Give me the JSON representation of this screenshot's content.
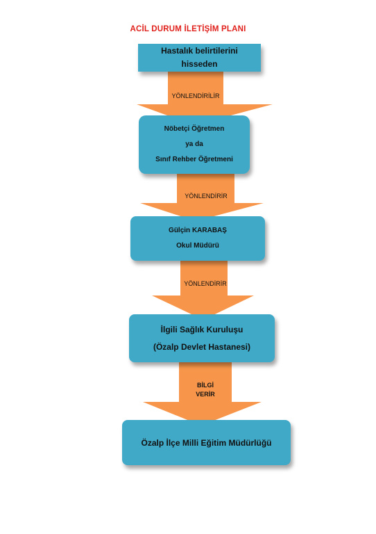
{
  "title": "ACİL DURUM İLETİŞİM PLANI",
  "boxes": [
    {
      "lines": [
        "Hastalık belirtilerini",
        "hisseden"
      ]
    },
    {
      "lines": [
        "Nöbetçi Öğretmen",
        "ya da",
        "Sınıf Rehber Öğretmeni"
      ]
    },
    {
      "lines": [
        "Gülçin KARABAŞ",
        "Okul Müdürü"
      ]
    },
    {
      "lines": [
        "İlgili Sağlık Kuruluşu",
        "(Özalp Devlet Hastanesi)"
      ]
    },
    {
      "lines": [
        "Özalp İlçe Milli Eğitim Müdürlüğü"
      ]
    }
  ],
  "arrows": [
    {
      "lines": [
        "YÖNLENDİRİLİR"
      ]
    },
    {
      "lines": [
        "YÖNLENDİRİR"
      ]
    },
    {
      "lines": [
        "YÖNLENDİRİR"
      ]
    },
    {
      "lines": [
        "BİLGİ",
        "VERİR"
      ]
    }
  ],
  "colors": {
    "title": "#e0201b",
    "box_fill": "#40a9c8",
    "arrow_fill": "#f7964a"
  }
}
